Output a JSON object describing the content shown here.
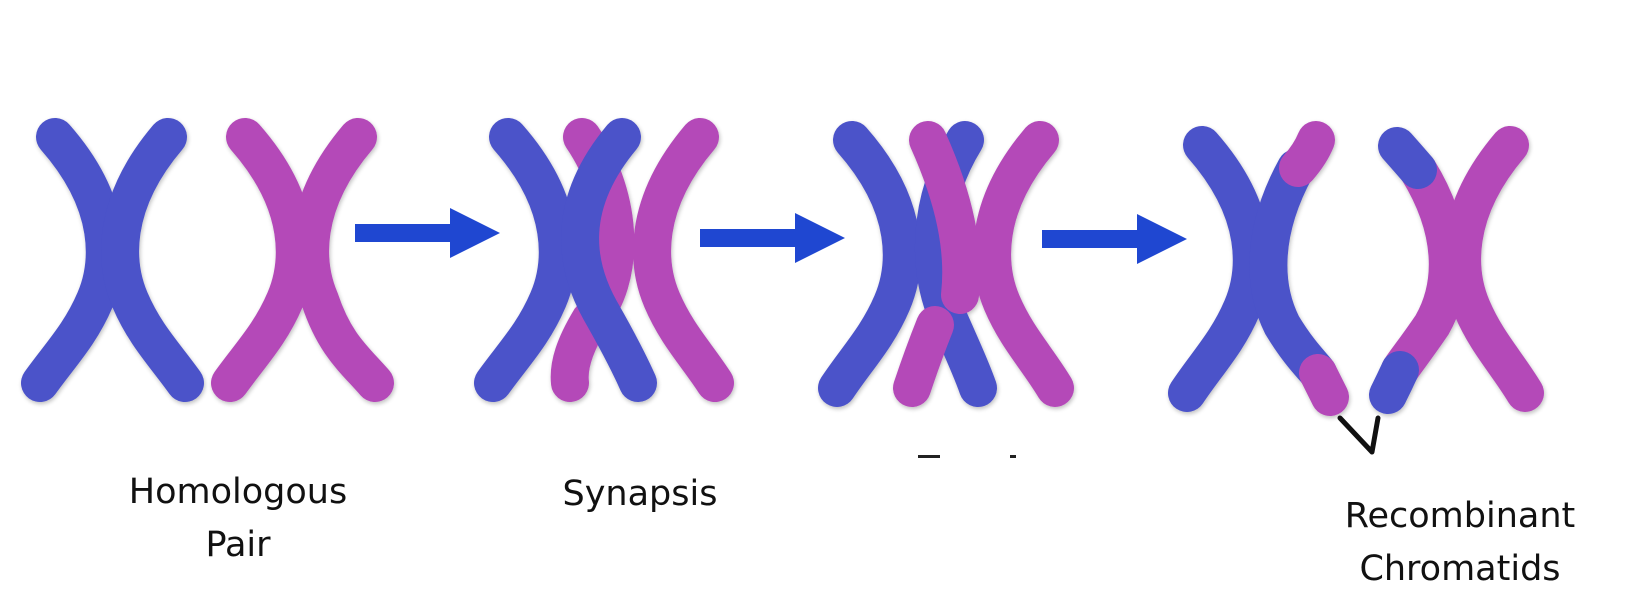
{
  "colors": {
    "blue": "#4b52c9",
    "magenta": "#b44ab8",
    "arrow": "#1f47d1",
    "pointer": "#111111"
  },
  "stages": [
    {
      "name": "Homologous Pair",
      "label_lines": [
        "Homologous",
        "Pair"
      ]
    },
    {
      "name": "Synapsis",
      "label_lines": [
        "Synapsis"
      ]
    },
    {
      "name": "Crossing Over",
      "label_lines": []
    },
    {
      "name": "Recombinant Chromatids",
      "label_lines": [
        "Recombinant",
        "Chromatids"
      ]
    }
  ]
}
